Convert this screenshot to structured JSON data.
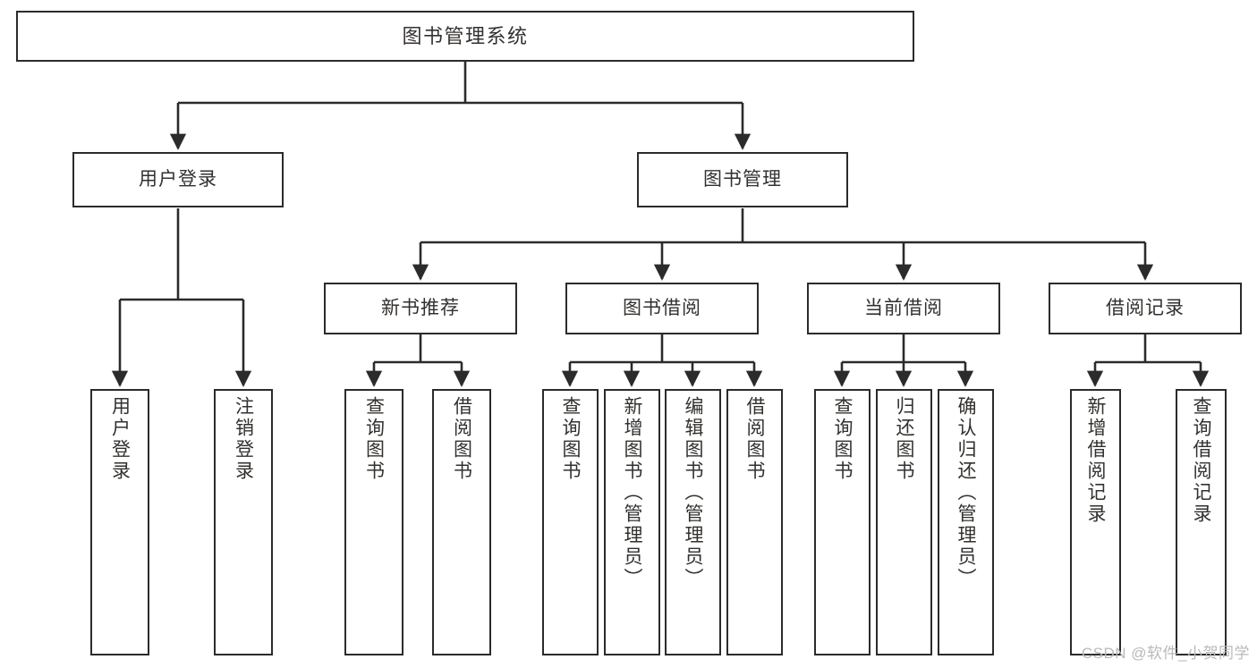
{
  "diagram": {
    "title": "图书管理系统",
    "style": {
      "box_border_color": "#2b2b2b",
      "box_fill_color": "#ffffff",
      "text_color": "#33312f",
      "edge_color": "#2b2b2b",
      "background_color": "#ffffff"
    },
    "watermark": "CSDN @软件_小贺同学",
    "levels": {
      "root_label": "图书管理系统",
      "level2": [
        "用户登录",
        "图书管理"
      ],
      "level3": [
        "新书推荐",
        "图书借阅",
        "当前借阅",
        "借阅记录"
      ]
    },
    "nodes": {
      "root": {
        "label": "图书管理系统"
      },
      "user_login": {
        "label": "用户登录"
      },
      "book_manage": {
        "label": "图书管理"
      },
      "new_book_rec": {
        "label": "新书推荐"
      },
      "book_borrow": {
        "label": "图书借阅"
      },
      "current_borrow": {
        "label": "当前借阅"
      },
      "borrow_record": {
        "label": "借阅记录"
      },
      "leaf_user_login": {
        "label": "用户登录"
      },
      "leaf_logout": {
        "label": "注销登录"
      },
      "leaf_query_book_1": {
        "label": "查询图书"
      },
      "leaf_borrow_book_1": {
        "label": "借阅图书"
      },
      "leaf_query_book_2": {
        "label": "查询图书"
      },
      "leaf_add_book": {
        "label": "新增图书（管理员）"
      },
      "leaf_edit_book": {
        "label": "编辑图书（管理员）"
      },
      "leaf_borrow_book_2": {
        "label": "借阅图书"
      },
      "leaf_query_book_3": {
        "label": "查询图书"
      },
      "leaf_return_book": {
        "label": "归还图书"
      },
      "leaf_confirm_return": {
        "label": "确认归还（管理员）"
      },
      "leaf_add_record": {
        "label": "新增借阅记录"
      },
      "leaf_query_record": {
        "label": "查询借阅记录"
      }
    }
  }
}
